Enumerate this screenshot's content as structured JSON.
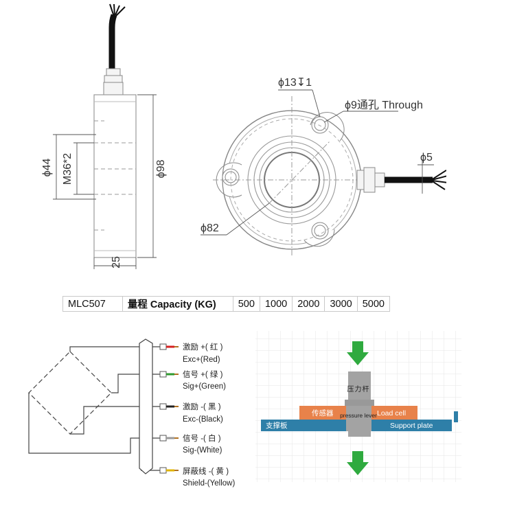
{
  "side_view": {
    "dim_left": "ϕ44",
    "dim_thread": "M36*2",
    "dim_right": "ϕ98",
    "dim_bottom": "25"
  },
  "top_view": {
    "dim_counterbore": "ϕ13↧1",
    "dim_through": "ϕ9通孔 Through",
    "dim_cable": "ϕ5",
    "dim_outer": "ϕ82"
  },
  "spec_table": {
    "model": "MLC507",
    "capacity_zh": "量程",
    "capacity_en": "Capacity (KG)",
    "values": [
      "500",
      "1000",
      "2000",
      "3000",
      "5000"
    ]
  },
  "wiring": {
    "wires": [
      {
        "zh": "激励 +( 红 )",
        "en": "Exc+(Red)",
        "color": "#d62020"
      },
      {
        "zh": "信号 +( 绿 )",
        "en": "Sig+(Green)",
        "color": "#2f9a2f"
      },
      {
        "zh": "激励 -( 黑 )",
        "en": "Exc-(Black)",
        "color": "#222222"
      },
      {
        "zh": "信号 -( 白 )",
        "en": "Sig-(White)",
        "color": "#dddddd"
      },
      {
        "zh": "屏蔽线 -( 黄 )",
        "en": "Shield-(Yellow)",
        "color": "#e0b400"
      }
    ]
  },
  "install": {
    "lever_zh": "压力杆",
    "lever_en": "pressure lever",
    "sensor_zh": "传感器",
    "sensor_en": "Load cell",
    "plate_zh": "支撑板",
    "plate_en": "Support plate",
    "colors": {
      "plate": "#2e7fa8",
      "sensor": "#e8824a",
      "lever": "#a3a3a3",
      "arrow": "#2faa3f"
    }
  }
}
